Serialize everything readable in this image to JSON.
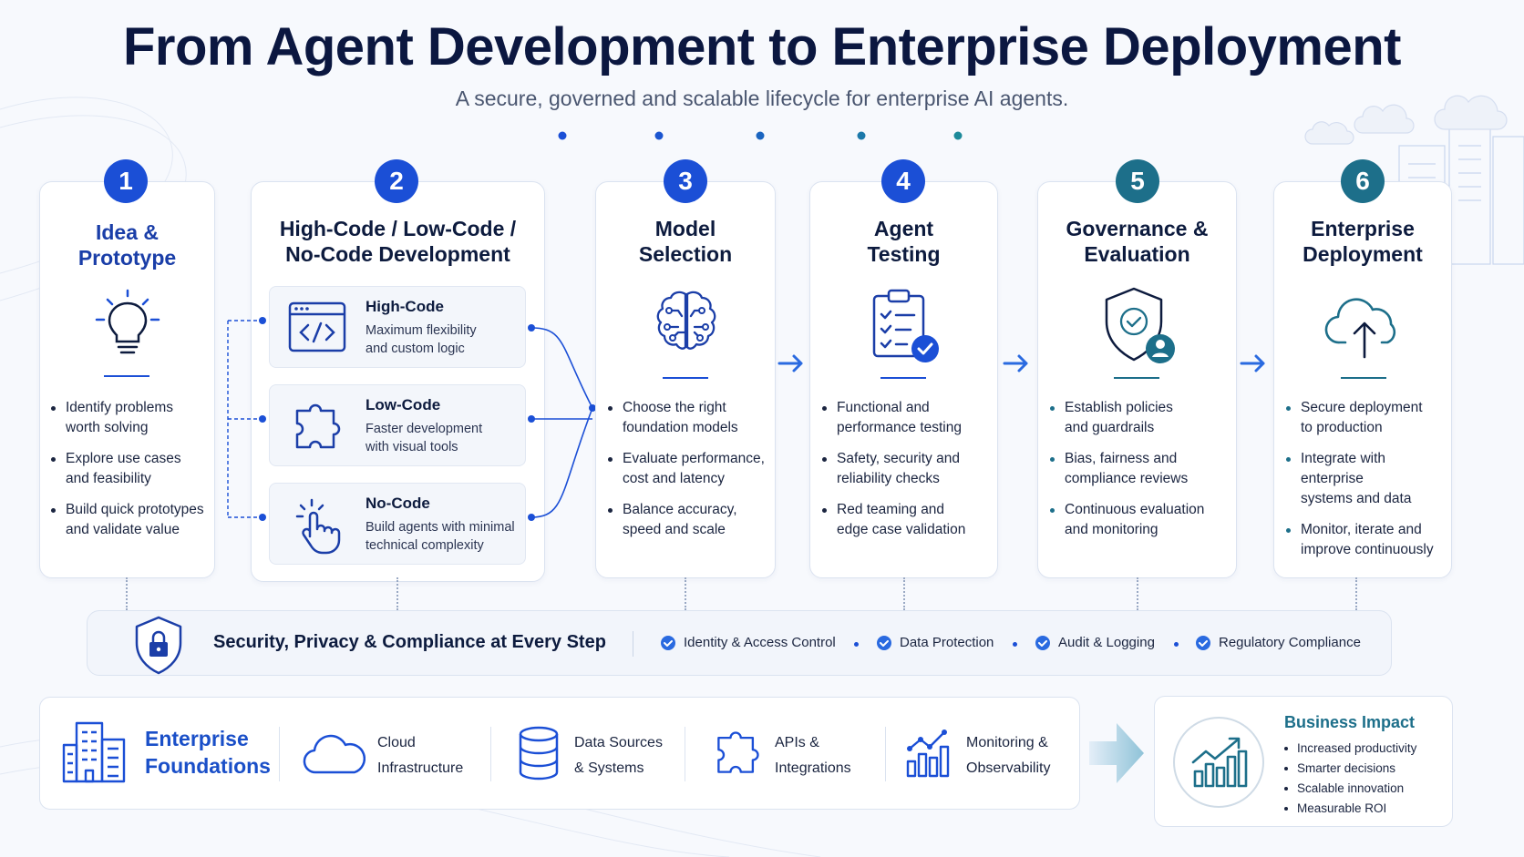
{
  "header": {
    "title": "From Agent Development to Enterprise Deployment",
    "subtitle": "A secure, governed and scalable lifecycle for enterprise AI agents."
  },
  "colors": {
    "blue": "#1b4fd6",
    "teal": "#1d6f8a",
    "navy": "#0d1b3e"
  },
  "steps": [
    {
      "number": "1",
      "title_line1": "Idea &",
      "title_line2": "Prototype",
      "icon": "lightbulb-icon",
      "bullets": [
        [
          "Identify problems",
          "worth solving"
        ],
        [
          "Explore use cases",
          "and feasibility"
        ],
        [
          "Build quick prototypes",
          "and validate value"
        ]
      ]
    },
    {
      "number": "2",
      "title_line1": "High-Code / Low-Code /",
      "title_line2": "No-Code Development",
      "options": [
        {
          "icon": "code-window-icon",
          "title": "High-Code",
          "desc_line1": "Maximum flexibility",
          "desc_line2": "and custom logic"
        },
        {
          "icon": "puzzle-icon",
          "title": "Low-Code",
          "desc_line1": "Faster development",
          "desc_line2": "with visual tools"
        },
        {
          "icon": "pointer-hand-icon",
          "title": "No-Code",
          "desc_line1": "Build agents with minimal",
          "desc_line2": "technical complexity"
        }
      ]
    },
    {
      "number": "3",
      "title_line1": "Model",
      "title_line2": "Selection",
      "icon": "brain-circuit-icon",
      "bullets": [
        [
          "Choose the right",
          "foundation models"
        ],
        [
          "Evaluate performance,",
          "cost and latency"
        ],
        [
          "Balance accuracy,",
          "speed and scale"
        ]
      ]
    },
    {
      "number": "4",
      "title_line1": "Agent",
      "title_line2": "Testing",
      "icon": "clipboard-check-icon",
      "bullets": [
        [
          "Functional and",
          "performance testing"
        ],
        [
          "Safety, security and",
          "reliability checks"
        ],
        [
          "Red teaming and",
          "edge case validation"
        ]
      ]
    },
    {
      "number": "5",
      "title_line1": "Governance &",
      "title_line2": "Evaluation",
      "icon": "shield-user-icon",
      "bullets": [
        [
          "Establish policies",
          "and guardrails"
        ],
        [
          "Bias, fairness and",
          "compliance reviews"
        ],
        [
          "Continuous evaluation",
          "and monitoring"
        ]
      ]
    },
    {
      "number": "6",
      "title_line1": "Enterprise",
      "title_line2": "Deployment",
      "icon": "cloud-upload-icon",
      "bullets": [
        [
          "Secure deployment",
          "to production"
        ],
        [
          "Integrate with enterprise",
          "systems and data"
        ],
        [
          "Monitor, iterate and",
          "improve continuously"
        ]
      ]
    }
  ],
  "security": {
    "title": "Security, Privacy & Compliance at Every Step",
    "items": [
      "Identity & Access Control",
      "Data Protection",
      "Audit & Logging",
      "Regulatory Compliance"
    ]
  },
  "foundations": {
    "title_line1": "Enterprise",
    "title_line2": "Foundations",
    "items": [
      {
        "icon": "cloud-icon",
        "line1": "Cloud",
        "line2": "Infrastructure"
      },
      {
        "icon": "database-icon",
        "line1": "Data Sources",
        "line2": "& Systems"
      },
      {
        "icon": "puzzle-icon",
        "line1": "APIs &",
        "line2": "Integrations"
      },
      {
        "icon": "chart-monitor-icon",
        "line1": "Monitoring &",
        "line2": "Observability"
      }
    ]
  },
  "impact": {
    "title": "Business Impact",
    "items": [
      "Increased productivity",
      "Smarter decisions",
      "Scalable innovation",
      "Measurable ROI"
    ]
  }
}
